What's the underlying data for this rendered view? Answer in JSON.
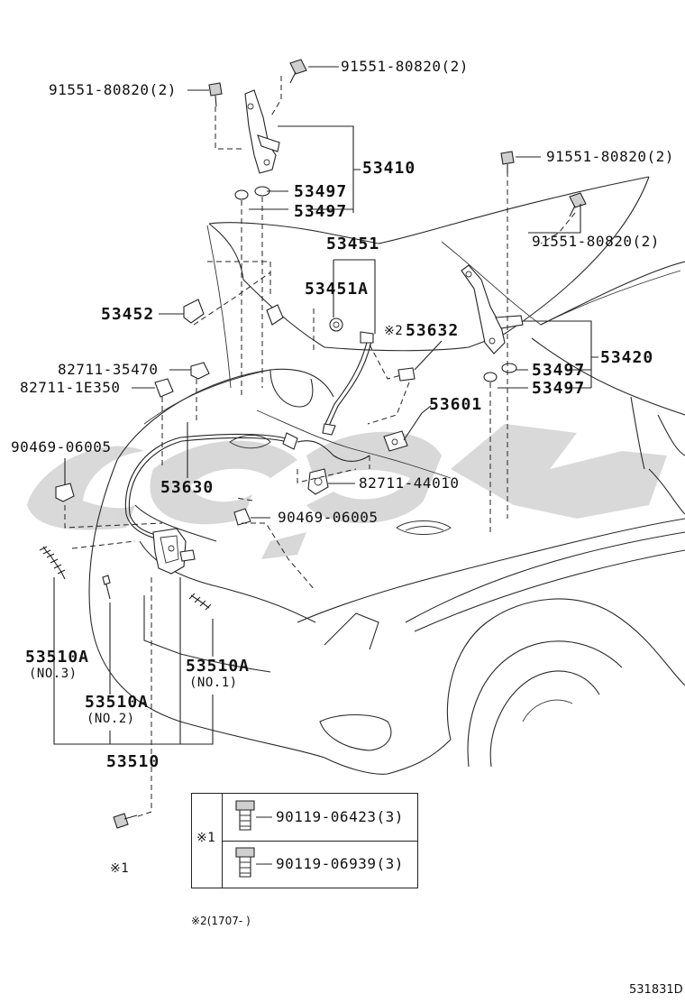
{
  "labels": {
    "bolt_top_right": "91551-80820(2)",
    "bolt_top_left": "91551-80820(2)",
    "hinge_left": "53410",
    "washer_left_1": "53497",
    "washer_left_2": "53497",
    "support_rod": "53451",
    "support_rod_a": "53451A",
    "clip_53452": "53452",
    "clip_35470": "82711-35470",
    "clip_1e350": "82711-1E350",
    "grommet_06005_left": "90469-06005",
    "cable": "53630",
    "grommet_06005_mid": "90469-06005",
    "clamp_44010": "82711-44010",
    "switch_note_mark": "※2",
    "switch_53632": "53632",
    "sensor_53601": "53601",
    "bolt_right_1": "91551-80820(2)",
    "bolt_right_2": "91551-80820(2)",
    "hinge_right": "53420",
    "washer_right_1": "53497",
    "washer_right_2": "53497",
    "lock_no3": "53510A",
    "lock_no3_sub": "(NO.3)",
    "lock_no2": "53510A",
    "lock_no2_sub": "(NO.2)",
    "lock_no1": "53510A",
    "lock_no1_sub": "(NO.1)",
    "lock_assembly": "53510",
    "bolt_ref_mark": "※1"
  },
  "legend": {
    "mark": "※1",
    "row1": "90119-06423(3)",
    "row2": "90119-06939(3)"
  },
  "footnote": "※2(1707-    )",
  "figure_id": "531831D",
  "watermark_color": "#b9b9b9",
  "line_color": "#222222"
}
